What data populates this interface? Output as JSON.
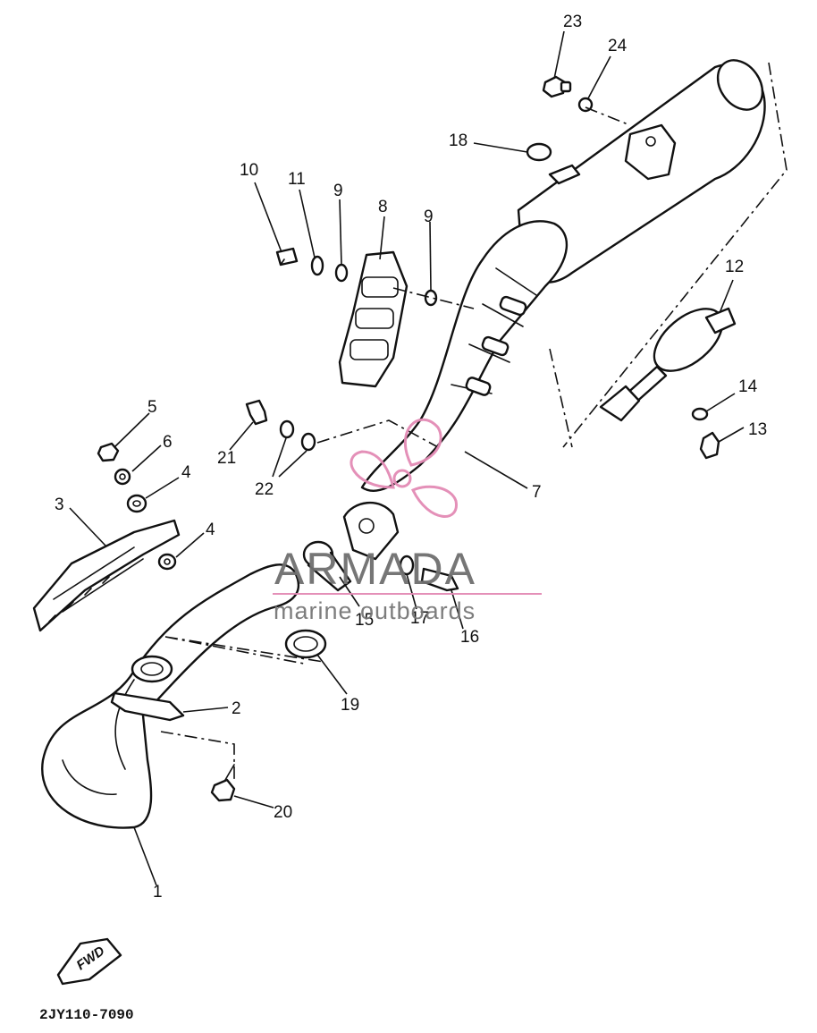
{
  "diagram": {
    "callouts": [
      {
        "id": "1",
        "text": "1"
      },
      {
        "id": "2",
        "text": "2"
      },
      {
        "id": "3",
        "text": "3"
      },
      {
        "id": "4a",
        "text": "4"
      },
      {
        "id": "4b",
        "text": "4"
      },
      {
        "id": "5",
        "text": "5"
      },
      {
        "id": "6",
        "text": "6"
      },
      {
        "id": "7",
        "text": "7"
      },
      {
        "id": "8",
        "text": "8"
      },
      {
        "id": "9a",
        "text": "9"
      },
      {
        "id": "9b",
        "text": "9"
      },
      {
        "id": "10",
        "text": "10"
      },
      {
        "id": "11",
        "text": "11"
      },
      {
        "id": "12",
        "text": "12"
      },
      {
        "id": "13",
        "text": "13"
      },
      {
        "id": "14",
        "text": "14"
      },
      {
        "id": "15",
        "text": "15"
      },
      {
        "id": "16",
        "text": "16"
      },
      {
        "id": "17",
        "text": "17"
      },
      {
        "id": "18",
        "text": "18"
      },
      {
        "id": "19",
        "text": "19"
      },
      {
        "id": "20",
        "text": "20"
      },
      {
        "id": "21",
        "text": "21"
      },
      {
        "id": "22",
        "text": "22"
      },
      {
        "id": "23",
        "text": "23"
      },
      {
        "id": "24",
        "text": "24"
      }
    ],
    "fwd_label": "FWD",
    "drawing_code": "2JY110-7090"
  },
  "watermark": {
    "brand": "ARMADA",
    "tagline": "marine outboards",
    "color": "#e38bb5"
  }
}
